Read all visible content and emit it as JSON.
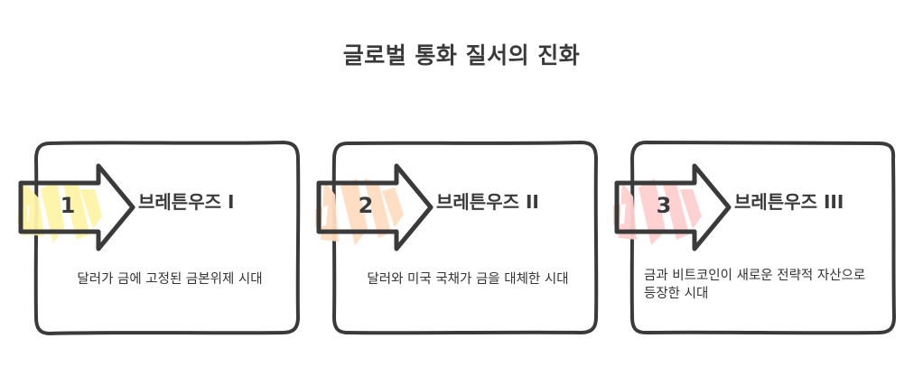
{
  "title": "글로벌 통화 질서의 진화",
  "colors": {
    "stroke": "#3a3a3a",
    "step1_fill": "#fff3a6",
    "step2_fill": "#ffdcc0",
    "step3_fill": "#ffcfcf"
  },
  "steps": [
    {
      "number": "1",
      "title": "브레튼우즈 I",
      "description": "달러가 금에 고정된 금본위제 시대"
    },
    {
      "number": "2",
      "title": "브레튼우즈 II",
      "description": "달러와 미국 국채가 금을 대체한 시대"
    },
    {
      "number": "3",
      "title": "브레튼우즈 III",
      "description": "금과 비트코인이 새로운 전략적 자산으로 등장한 시대"
    }
  ]
}
